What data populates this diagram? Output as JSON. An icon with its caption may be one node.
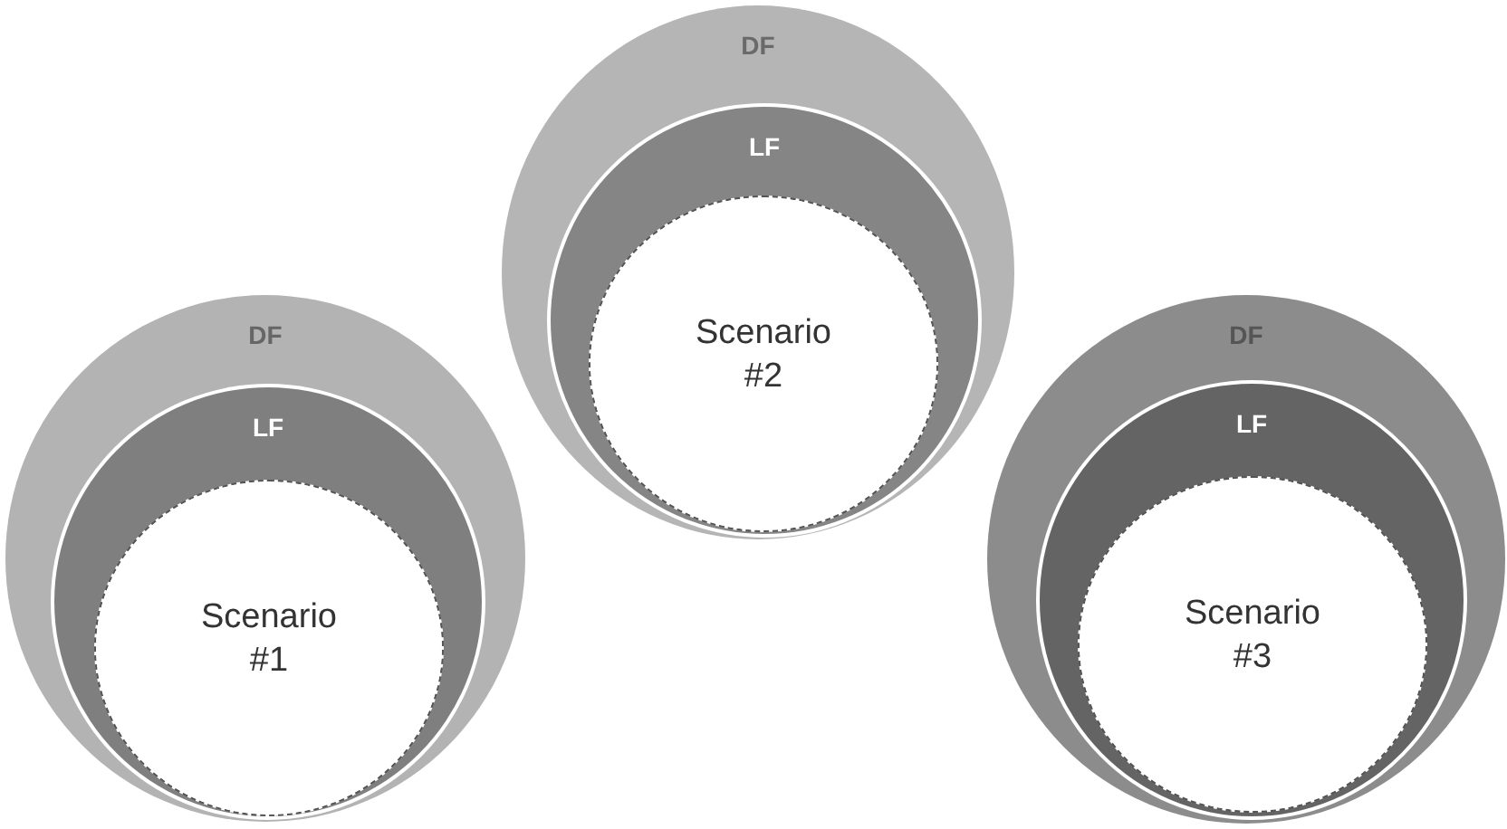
{
  "diagram": {
    "nodes": [
      {
        "text": [
          "DF"
        ]
      },
      {
        "text": [
          "LF"
        ],
        "in": 0
      },
      {
        "text": [
          "Scenario #1"
        ],
        "in": 1
      },
      {
        "text": [
          "DF"
        ]
      },
      {
        "text": [
          "LF"
        ],
        "in": 3
      },
      {
        "text": [
          "Scenario #2"
        ],
        "in": 4
      },
      {
        "text": [
          "DF"
        ]
      },
      {
        "text": [
          "LF"
        ],
        "in": 6
      },
      {
        "text": [
          "Scenario #3"
        ],
        "in": 7
      }
    ]
  }
}
